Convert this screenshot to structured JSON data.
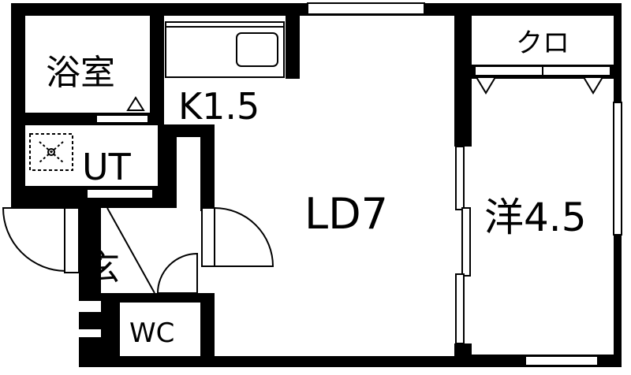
{
  "floorplan": {
    "rooms": {
      "bath": "浴室",
      "kitchen": "K1.5",
      "closet": "クロ",
      "utility": "UT",
      "living": "LD7",
      "western": "洋4.5",
      "entrance": "玄",
      "toilet": "WC"
    }
  }
}
